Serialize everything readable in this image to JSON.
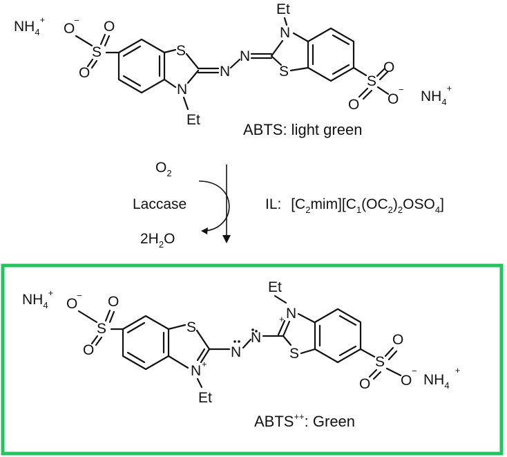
{
  "top": {
    "counterion_left": "NH",
    "counterion_left_sub": "4",
    "counterion_left_sup": "+",
    "counterion_right": "NH",
    "counterion_right_sub": "4",
    "counterion_right_sup": "+",
    "oxy_minus": "O",
    "minus": "−",
    "oxy": "O",
    "sulfur": "S",
    "ring_sulfur": "S",
    "ring_nitrogen": "N",
    "azo_n": "N",
    "ethyl": "Et",
    "caption": "ABTS: light green"
  },
  "reaction": {
    "reagent": "O",
    "reagent_sub": "2",
    "catalyst": "Laccase",
    "byproduct_pre": "2H",
    "byproduct_sub": "2",
    "byproduct_post": "O",
    "il_label": "IL:",
    "il_formula_parts": [
      "[C",
      "2",
      "mim][C",
      "1",
      "(OC",
      "2",
      ")",
      "2",
      "OSO",
      "4",
      "]"
    ]
  },
  "bottom": {
    "counterion_left": "NH",
    "counterion_left_sub": "4",
    "counterion_left_sup": "+",
    "counterion_right": "NH",
    "counterion_right_sub": "4",
    "counterion_right_sup": "+",
    "oxy": "O",
    "minus": "−",
    "sulfur": "S",
    "ring_nitrogen": "N",
    "plus": "+",
    "azo_n": "N",
    "ethyl": "Et",
    "caption_main": "ABTS",
    "caption_sup": "++",
    "caption_tail": ": Green",
    "box_color": "#22c55e"
  }
}
